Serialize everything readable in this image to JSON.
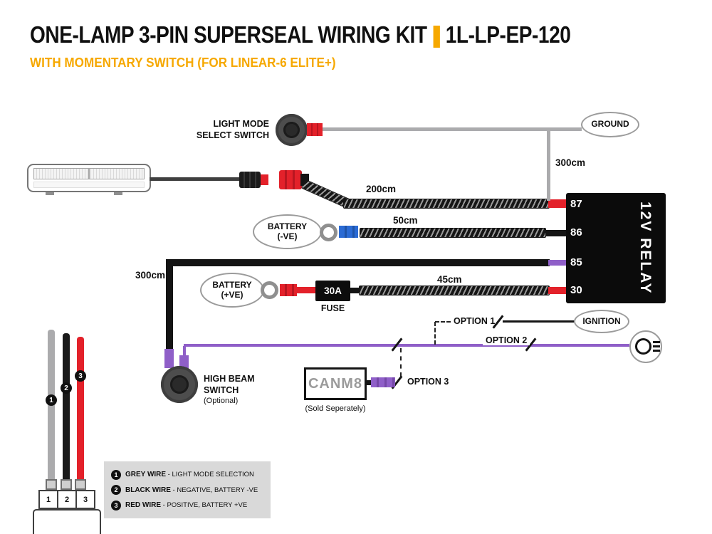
{
  "colors": {
    "accent": "#F6A800",
    "purple": "#8F5FC8",
    "red": "#E3212A",
    "grey": "#ABABAD",
    "blue": "#2B6BD4"
  },
  "header": {
    "title_main": "ONE-LAMP 3-PIN SUPERSEAL WIRING KIT",
    "title_divider": "|",
    "title_code": "1L-LP-EP-120",
    "subtitle": "WITH MOMENTARY SWITCH (FOR LINEAR-6 ELITE+)"
  },
  "diagram": {
    "light_switch": {
      "label1": "LIGHT MODE",
      "label2": "SELECT SWITCH"
    },
    "ground": "GROUND",
    "ignition": "IGNITION",
    "lengths": {
      "ground_wire": "300cm",
      "lamp_cable": "200cm",
      "neg_wire": "50cm",
      "pos_wire": "45cm",
      "highbeam_wire": "300cm"
    },
    "battery_neg": {
      "line1": "BATTERY",
      "line2": "(-VE)"
    },
    "battery_pos": {
      "line1": "BATTERY",
      "line2": "(+VE)"
    },
    "fuse": {
      "rating": "30A",
      "label": "FUSE"
    },
    "relay": {
      "label": "12V RELAY",
      "pins": [
        "87",
        "86",
        "85",
        "30"
      ]
    },
    "options": {
      "option1": "OPTION 1",
      "option2": "OPTION 2",
      "option3": "OPTION 3"
    },
    "canm8": {
      "label": "CANM8",
      "note": "(Sold Seperately)"
    },
    "high_beam": {
      "line1": "HIGH BEAM",
      "line2": "SWITCH",
      "note": "(Optional)"
    },
    "wire_badges": [
      "1",
      "2",
      "3"
    ],
    "connector_pins": [
      "1",
      "2",
      "3"
    ]
  },
  "legend": {
    "items": [
      {
        "num": "1",
        "name": "GREY WIRE",
        "desc": " - LIGHT MODE SELECTION"
      },
      {
        "num": "2",
        "name": "BLACK WIRE",
        "desc": " - NEGATIVE, BATTERY -VE"
      },
      {
        "num": "3",
        "name": "RED WIRE",
        "desc": " - POSITIVE, BATTERY +VE"
      }
    ]
  }
}
